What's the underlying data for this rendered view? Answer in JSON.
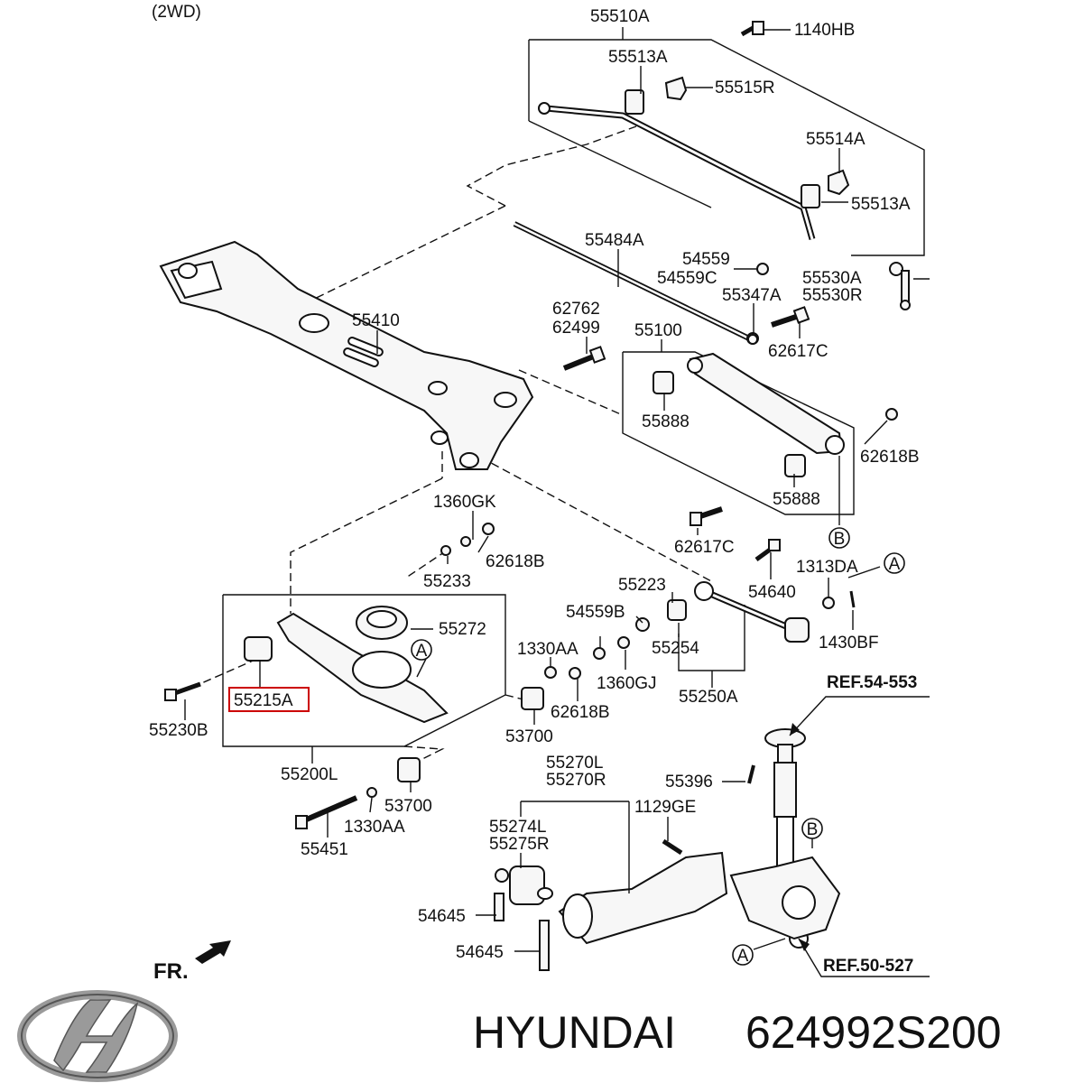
{
  "header": {
    "variant": "(2WD)"
  },
  "labels": {
    "l55510A": "55510A",
    "l1140HB": "1140HB",
    "l55513A_top": "55513A",
    "l55515R": "55515R",
    "l55514A": "55514A",
    "l55513A_right": "55513A",
    "l55484A": "55484A",
    "l54559": "54559",
    "l54559C": "54559C",
    "l55530A": "55530A",
    "l55530R": "55530R",
    "l55347A": "55347A",
    "l62762": "62762",
    "l62499": "62499",
    "l55410": "55410",
    "l55100": "55100",
    "l62617C_top": "62617C",
    "l55888_top": "55888",
    "l62618B_right": "62618B",
    "l55888_bottom": "55888",
    "l1360GK": "1360GK",
    "l62618B_mid": "62618B",
    "l55233": "55233",
    "l62617C_bottom": "62617C",
    "l54640": "54640",
    "l1313DA": "1313DA",
    "l55223": "55223",
    "l55272": "55272",
    "l54559B": "54559B",
    "l1430BF": "1430BF",
    "l1330AA_mid": "1330AA",
    "l55254": "55254",
    "l1360GJ": "1360GJ",
    "l55215A": "55215A",
    "l55230B": "55230B",
    "l62618B_low": "62618B",
    "l55250A": "55250A",
    "l53700_mid": "53700",
    "l55200L": "55200L",
    "l55270L": "55270L",
    "l55270R": "55270R",
    "l55396": "55396",
    "l53700_low": "53700",
    "l1129GE": "1129GE",
    "l1330AA_low": "1330AA",
    "l55451": "55451",
    "l55274L": "55274L",
    "l55275R": "55275R",
    "l54645_a": "54645",
    "l54645_b": "54645"
  },
  "markers": {
    "A1": "A",
    "A2": "A",
    "A3": "A",
    "B1": "B",
    "B2": "B"
  },
  "refs": {
    "ref_top": "REF.54-553",
    "ref_bottom": "REF.50-527"
  },
  "direction": {
    "fr": "FR."
  },
  "brand": {
    "name": "HYUNDAI",
    "part_number": "624992S200"
  },
  "colors": {
    "highlight_box": "#cc0000",
    "line": "#111111",
    "logo_gray": "#9a9a9a"
  }
}
